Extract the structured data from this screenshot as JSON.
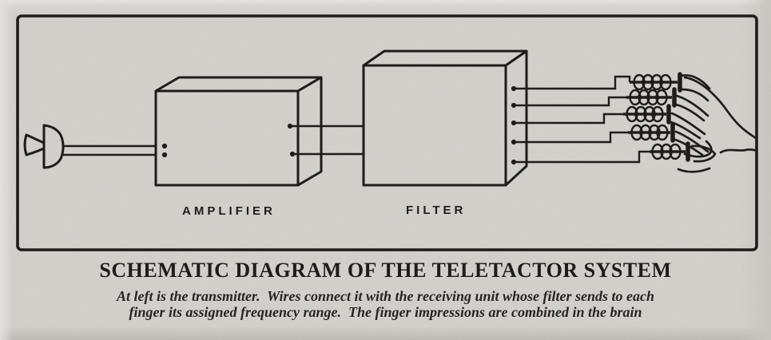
{
  "colors": {
    "paper": "#d8d6d1",
    "ink": "#1b1916"
  },
  "figure": {
    "amplifier_label": "AMPLIFIER",
    "filter_label": "FILTER"
  },
  "title": "SCHEMATIC DIAGRAM OF THE TELETACTOR SYSTEM",
  "caption": {
    "line1": "At left is the transmitter.  Wires connect it with the receiving unit whose filter sends to each",
    "line2": "finger its assigned frequency range.  The finger impressions are combined in the brain"
  }
}
